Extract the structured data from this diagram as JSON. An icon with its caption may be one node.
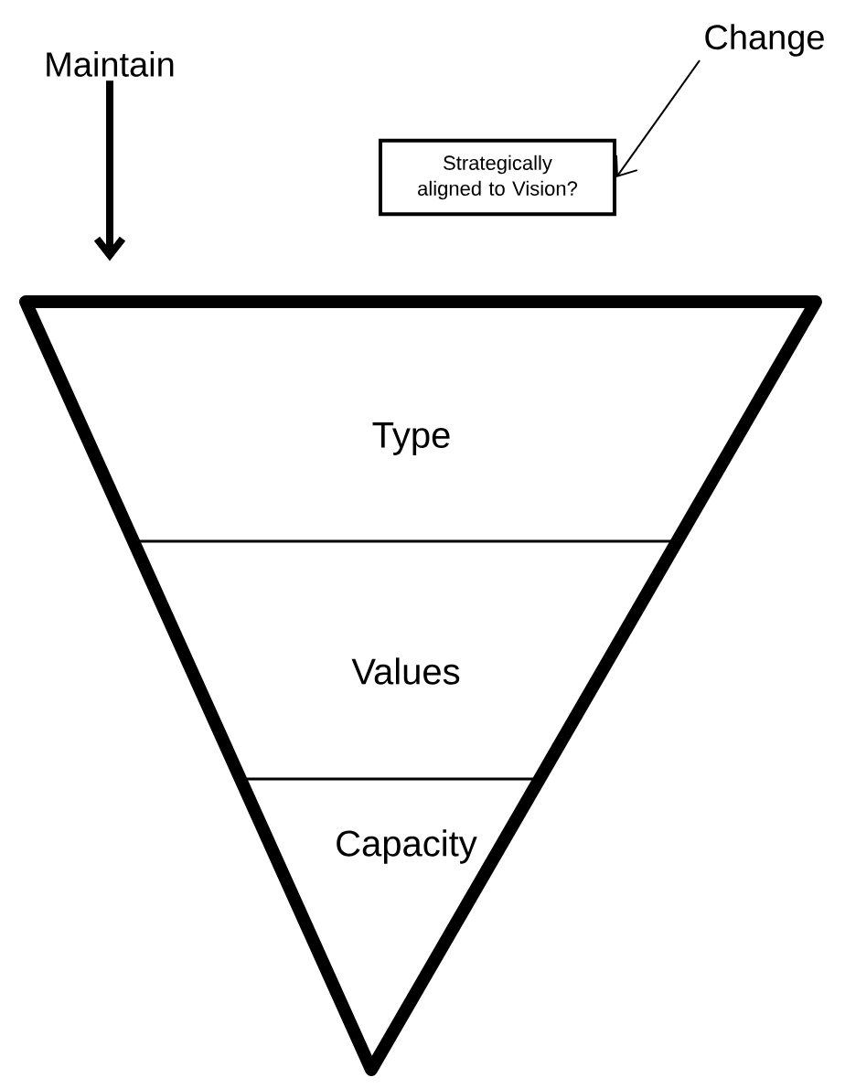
{
  "diagram": {
    "nodes": [
      {
        "text": [
          "Maintain"
        ]
      },
      {
        "text": [
          "Change"
        ]
      },
      {
        "text": [
          "Strategically aligned to Vision?"
        ]
      },
      {
        "text": [],
        "shape": "triangle"
      },
      {
        "text": [
          "Type"
        ],
        "in": 3
      },
      {
        "text": [
          "Values"
        ],
        "in": 3
      },
      {
        "text": [
          "Capacity"
        ],
        "in": 3
      }
    ],
    "edges": [
      {
        "from": 0,
        "to": 3,
        "arrow": "to",
        "style": "thick"
      },
      {
        "from": 1,
        "to": 2,
        "arrow": "to"
      }
    ]
  }
}
